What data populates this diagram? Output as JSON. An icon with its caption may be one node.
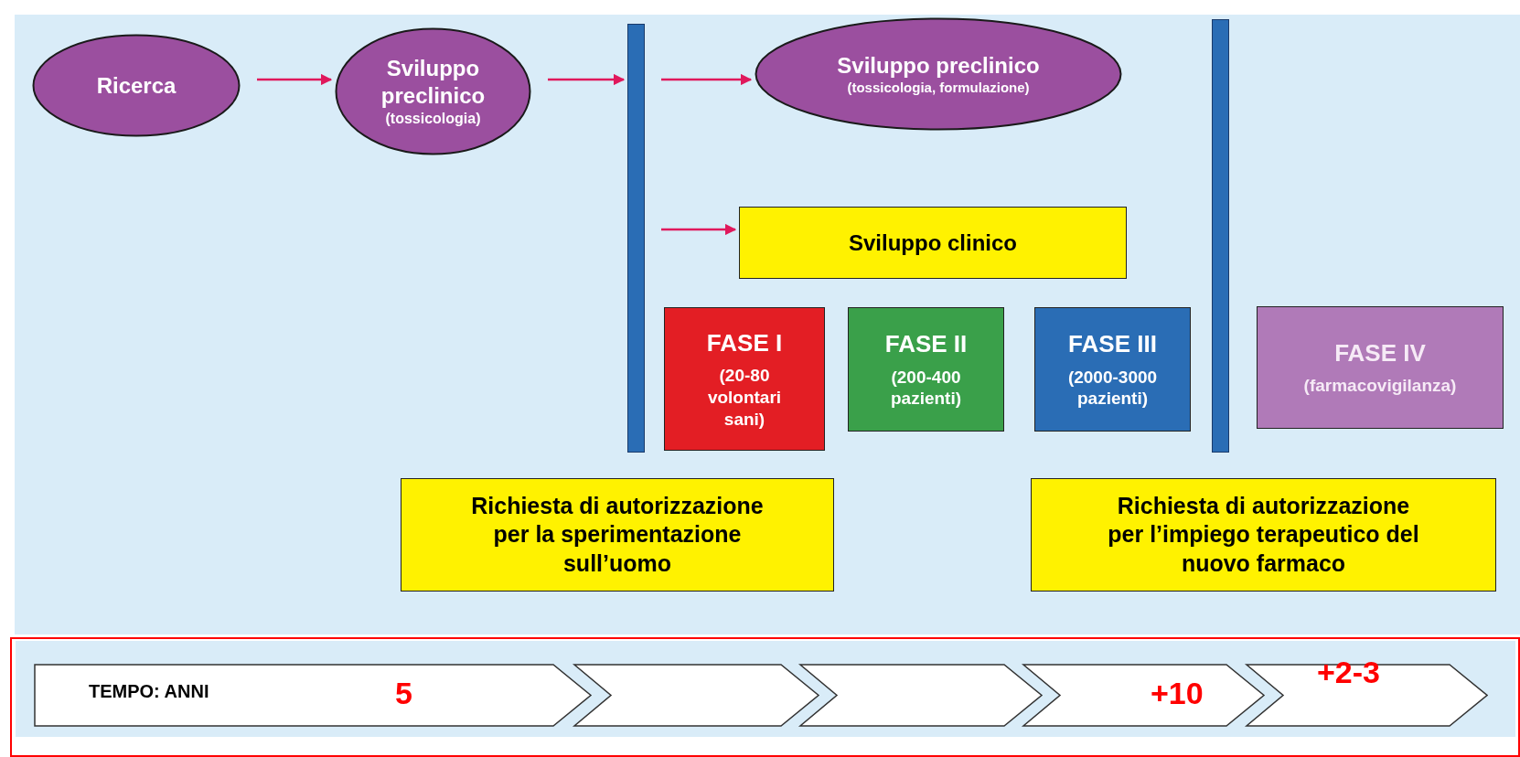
{
  "diagram": {
    "nodes": [
      {
        "text": [
          "Ricerca"
        ]
      },
      {
        "text": [
          "Sviluppo preclinico",
          "(tossicologia)"
        ]
      },
      {
        "text": [],
        "shape": "bar"
      },
      {
        "text": [
          "Sviluppo preclinico",
          "(tossicologia, formulazione)"
        ]
      },
      {
        "text": [],
        "shape": "bar"
      },
      {
        "text": [
          "Sviluppo clinico"
        ]
      },
      {
        "text": [
          "FASE I",
          "(20-80 volontari sani)"
        ]
      },
      {
        "text": [
          "FASE II",
          "(200-400 pazienti)"
        ]
      },
      {
        "text": [
          "FASE III",
          "(2000-3000 pazienti)"
        ]
      },
      {
        "text": [
          "FASE IV",
          "(farmacovigilanza)"
        ]
      },
      {
        "text": [
          "Richiesta di autorizzazione per la sperimentazione sull’uomo"
        ]
      },
      {
        "text": [
          "Richiesta di autorizzazione per l’impiego terapeutico del nuovo farmaco"
        ]
      }
    ],
    "labels": [
      "TEMPO: ANNI",
      "5",
      "+10",
      "+2-3"
    ],
    "edges": [
      {
        "from": 0,
        "to": 1,
        "arrow": "to"
      },
      {
        "from": 1,
        "to": 2,
        "arrow": "to"
      },
      {
        "from": 2,
        "to": 3,
        "arrow": "to"
      },
      {
        "from": 2,
        "to": 5,
        "arrow": "to"
      }
    ]
  }
}
